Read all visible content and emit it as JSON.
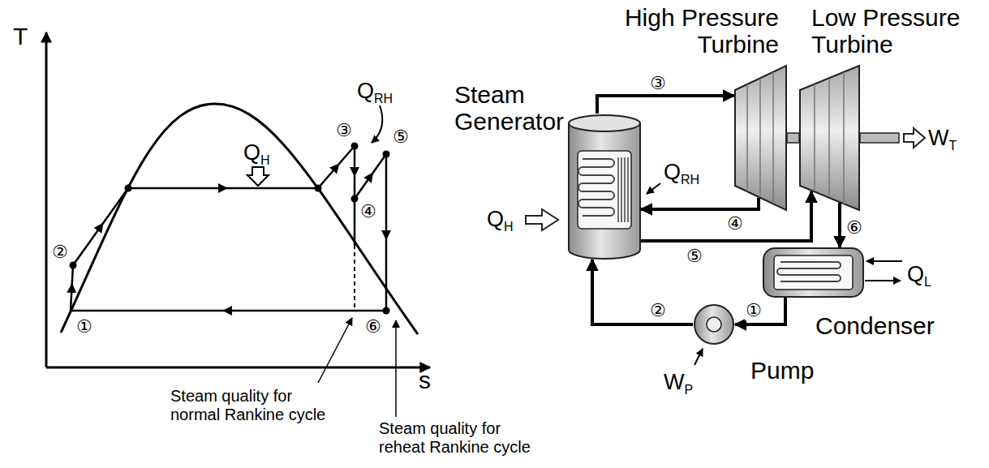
{
  "diagram": {
    "nodes": [
      {
        "text": [
          "Steam Generator"
        ]
      },
      {
        "text": [
          "High Pressure Turbine"
        ]
      },
      {
        "text": [
          "Low Pressure Turbine"
        ]
      },
      {
        "text": [
          "Condenser"
        ]
      },
      {
        "text": [
          "Pump"
        ]
      }
    ],
    "edges": [
      {
        "from": 0,
        "to": 1,
        "arrow": "to",
        "label": "③"
      },
      {
        "from": 1,
        "to": 0,
        "arrow": "to",
        "label": "④"
      },
      {
        "from": 0,
        "to": 2,
        "arrow": "to",
        "label": "⑤"
      },
      {
        "from": 2,
        "to": 3,
        "arrow": "to",
        "label": "⑥"
      },
      {
        "from": 3,
        "to": 4,
        "arrow": "to",
        "label": "①"
      },
      {
        "from": 4,
        "to": 0,
        "arrow": "to",
        "label": "②"
      }
    ],
    "labels": [
      "T",
      "QRH",
      "③",
      "⑤",
      "②",
      "QH",
      "④",
      "①",
      "⑥",
      "s",
      "Steam quality for normal Rankine cycle",
      "Steam quality for reheat Rankine cycle",
      "QH",
      "QRH",
      "WT",
      "QL",
      "WP"
    ]
  }
}
